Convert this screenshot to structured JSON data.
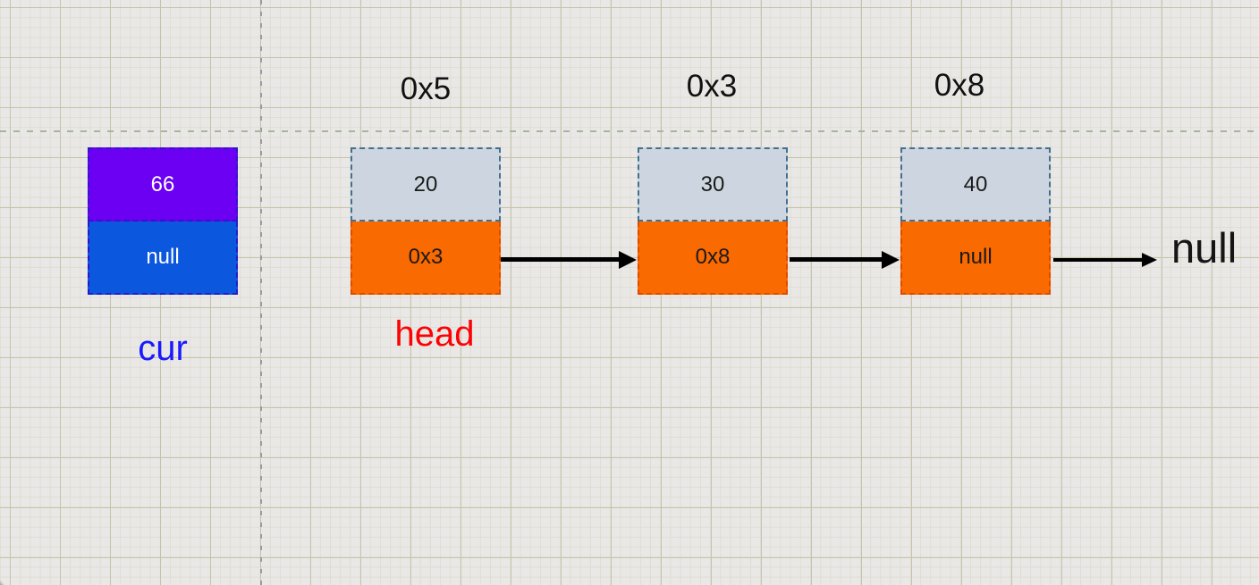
{
  "diagram": {
    "cur_node": {
      "value": "66",
      "next": "null",
      "label": "cur"
    },
    "nodes": [
      {
        "address": "0x5",
        "value": "20",
        "next": "0x3"
      },
      {
        "address": "0x3",
        "value": "30",
        "next": "0x8"
      },
      {
        "address": "0x8",
        "value": "40",
        "next": "null"
      }
    ],
    "head_label": "head",
    "terminator_label": "null"
  },
  "colors": {
    "canvas_bg": "#e9e8e6",
    "grid_major": "#c6c3ad",
    "grid_minor": "#dfddd2",
    "guide_vertical": "#9b9b9b",
    "guide_horizontal": "#a9b3a2",
    "cur_value_bg": "#6b00f2",
    "cur_next_bg": "#0b57dd",
    "cur_border": "#2c16c9",
    "cur_text": "#ffffff",
    "value_cell_bg": "#cdd6e0",
    "value_cell_border": "#44708f",
    "next_cell_bg": "#f96a00",
    "next_cell_border": "#e04a00",
    "arrow": "#000000",
    "address_text": "#111111",
    "cur_label_color": "#1a1aff",
    "head_label_color": "#fc0204",
    "terminator_color": "#151515"
  }
}
